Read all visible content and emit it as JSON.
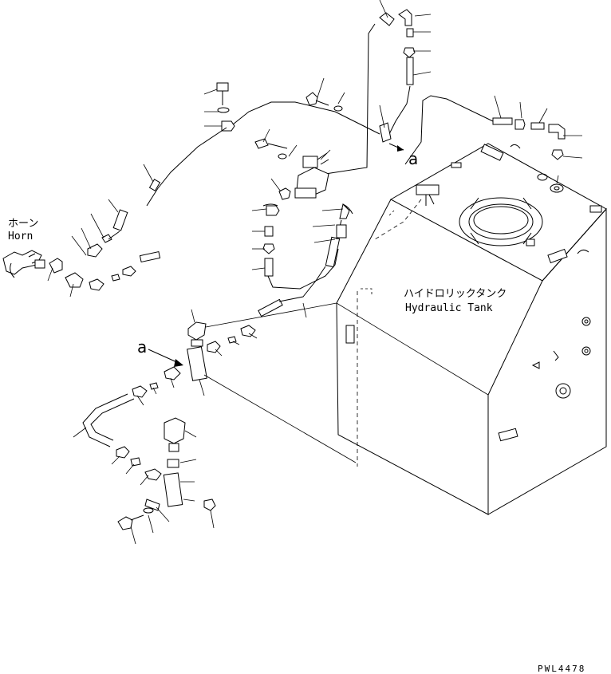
{
  "labels": {
    "horn_jp": "ホーン",
    "horn_en": "Horn",
    "tank_jp": "ハイドロリックタンク",
    "tank_en": "Hydraulic Tank",
    "ref_a_top": "a",
    "ref_a_left": "a",
    "drawing_code": "PWL4478"
  }
}
